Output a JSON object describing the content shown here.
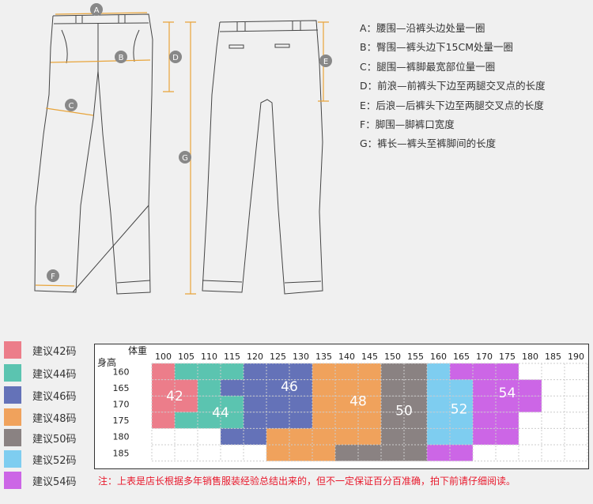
{
  "measure_labels": [
    "A",
    "B",
    "C",
    "D",
    "E",
    "F",
    "G"
  ],
  "definitions": [
    "A：腰围—沿裤头边处量一圈",
    "B：臀围—裤头边下15CM处量一圈",
    "C：腿围—裤脚最宽部位量一圈",
    "D：前浪—前裤头下边至两腿交叉点的长度",
    "E：后浪—后裤头下边至两腿交叉点的长度",
    "F：脚围—脚裤口宽度",
    "G：裤长—裤头至裤脚间的长度"
  ],
  "legend": [
    {
      "label": "建议42码",
      "color": "#ec7d8a"
    },
    {
      "label": "建议44码",
      "color": "#5bc4b0"
    },
    {
      "label": "建议46码",
      "color": "#6472b8"
    },
    {
      "label": "建议48码",
      "color": "#f0a25c"
    },
    {
      "label": "建议50码",
      "color": "#8a8282"
    },
    {
      "label": "建议52码",
      "color": "#7ecdf0"
    },
    {
      "label": "建议54码",
      "color": "#cc66e6"
    }
  ],
  "chart_data": {
    "type": "table",
    "corner_top": "体重",
    "corner_bottom": "身高",
    "weights": [
      "100",
      "105",
      "110",
      "115",
      "120",
      "125",
      "130",
      "135",
      "140",
      "145",
      "150",
      "155",
      "160",
      "165",
      "170",
      "175",
      "180",
      "185",
      "190"
    ],
    "heights": [
      "160",
      "165",
      "170",
      "175",
      "180",
      "185"
    ],
    "sizes": [
      "42",
      "44",
      "46",
      "48",
      "50",
      "52",
      "54"
    ],
    "grid": [
      [
        "42",
        "44",
        "44",
        "44",
        "46",
        "46",
        "46",
        "48",
        "48",
        "48",
        "50",
        "50",
        "52",
        "54",
        "54",
        "54",
        "",
        "",
        ""
      ],
      [
        "42",
        "42",
        "44",
        "46",
        "46",
        "46",
        "46",
        "48",
        "48",
        "48",
        "50",
        "50",
        "52",
        "52",
        "54",
        "54",
        "54",
        "",
        ""
      ],
      [
        "42",
        "42",
        "44",
        "44",
        "46",
        "46",
        "46",
        "48",
        "48",
        "48",
        "50",
        "50",
        "52",
        "52",
        "54",
        "54",
        "54",
        "",
        ""
      ],
      [
        "42",
        "44",
        "44",
        "44",
        "46",
        "46",
        "46",
        "48",
        "48",
        "48",
        "50",
        "50",
        "52",
        "52",
        "54",
        "54",
        "",
        "",
        ""
      ],
      [
        "",
        "",
        "",
        "46",
        "46",
        "48",
        "48",
        "48",
        "48",
        "48",
        "50",
        "50",
        "52",
        "52",
        "54",
        "54",
        "",
        "",
        ""
      ],
      [
        "",
        "",
        "",
        "",
        "",
        "48",
        "48",
        "48",
        "50",
        "50",
        "50",
        "50",
        "54",
        "54",
        "",
        "",
        "",
        "",
        ""
      ]
    ]
  },
  "note": "注：上表是店长根据多年销售服装经验总结出来的，但不一定保证百分百准确，拍下前请仔细阅读。"
}
